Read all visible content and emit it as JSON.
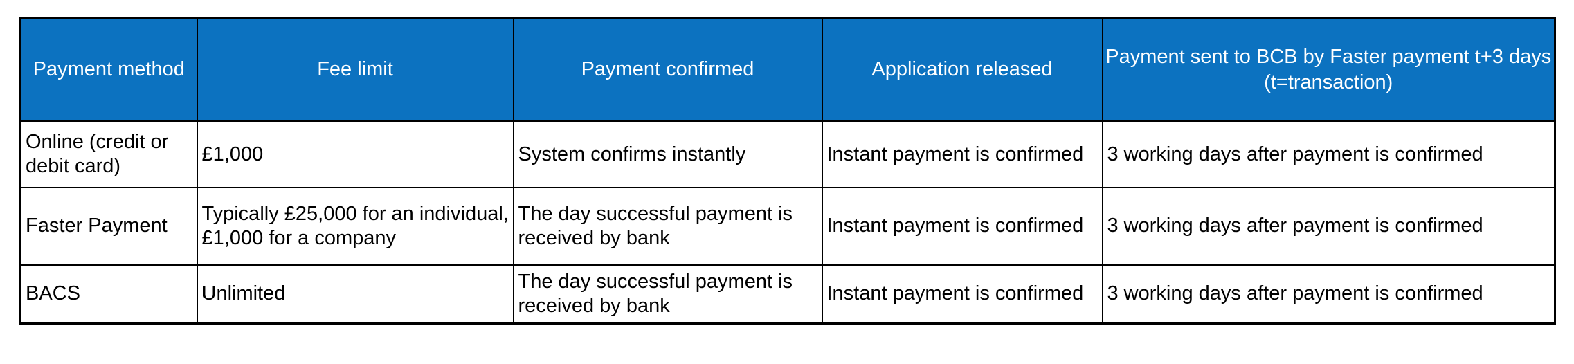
{
  "colors": {
    "header_bg": "#0c72c0",
    "header_text": "#ffffff",
    "border": "#000000",
    "body_text": "#000000"
  },
  "table": {
    "columns": [
      "Payment method",
      "Fee limit",
      "Payment confirmed",
      "Application released",
      "Payment sent to BCB by Faster payment t+3 days (t=transaction)"
    ],
    "rows": [
      [
        "Online (credit or debit card)",
        "£1,000",
        "System confirms instantly",
        "Instant payment is confirmed",
        "3 working days after payment is confirmed"
      ],
      [
        "Faster Payment",
        "Typically £25,000 for an individual, £1,000 for a company",
        "The day successful payment is received by bank",
        "Instant payment is confirmed",
        "3 working days after payment is confirmed"
      ],
      [
        "BACS",
        "Unlimited",
        "The day successful payment is received by bank",
        "Instant payment is confirmed",
        "3 working days after payment is confirmed"
      ]
    ]
  }
}
